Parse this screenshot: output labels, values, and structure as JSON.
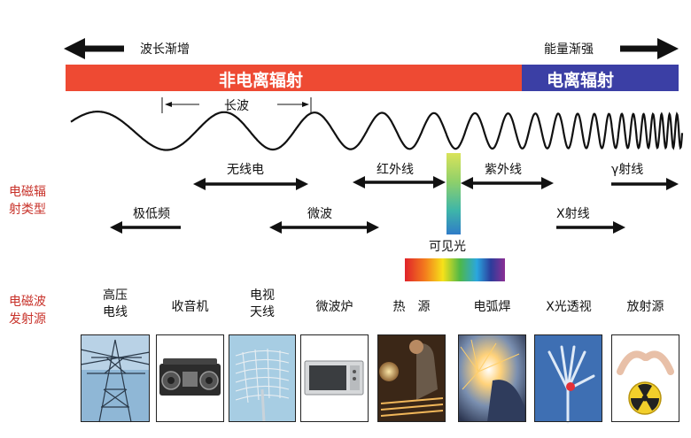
{
  "header": {
    "left_label": "波长渐增",
    "right_label": "能量渐强"
  },
  "bands": {
    "non_ionizing": "非电离辐射",
    "ionizing": "电离辐射",
    "non_ionizing_color": "#ee4a33",
    "ionizing_color": "#3b3fa5"
  },
  "wavelength_label": "长波",
  "side_labels": {
    "types": [
      "电磁辐",
      "射类型"
    ],
    "sources": [
      "电磁波",
      "发射源"
    ]
  },
  "radiation_types": {
    "radio": "无线电",
    "infrared": "红外线",
    "ultraviolet": "紫外线",
    "gamma": "γ射线",
    "elf": "极低频",
    "microwave": "微波",
    "xray": "X射线",
    "visible": "可见光"
  },
  "sources": [
    {
      "label_lines": [
        "高压",
        "电线"
      ],
      "icon": "power-tower-icon"
    },
    {
      "label_lines": [
        "收音机"
      ],
      "icon": "radio-icon"
    },
    {
      "label_lines": [
        "电视",
        "天线"
      ],
      "icon": "antenna-icon"
    },
    {
      "label_lines": [
        "微波炉"
      ],
      "icon": "microwave-oven-icon"
    },
    {
      "label_lines": [
        "热　源"
      ],
      "icon": "heat-source-icon"
    },
    {
      "label_lines": [
        "电弧焊"
      ],
      "icon": "arc-welding-icon"
    },
    {
      "label_lines": [
        "X光透视"
      ],
      "icon": "xray-hand-icon"
    },
    {
      "label_lines": [
        "放射源"
      ],
      "icon": "radioactive-icon"
    }
  ]
}
